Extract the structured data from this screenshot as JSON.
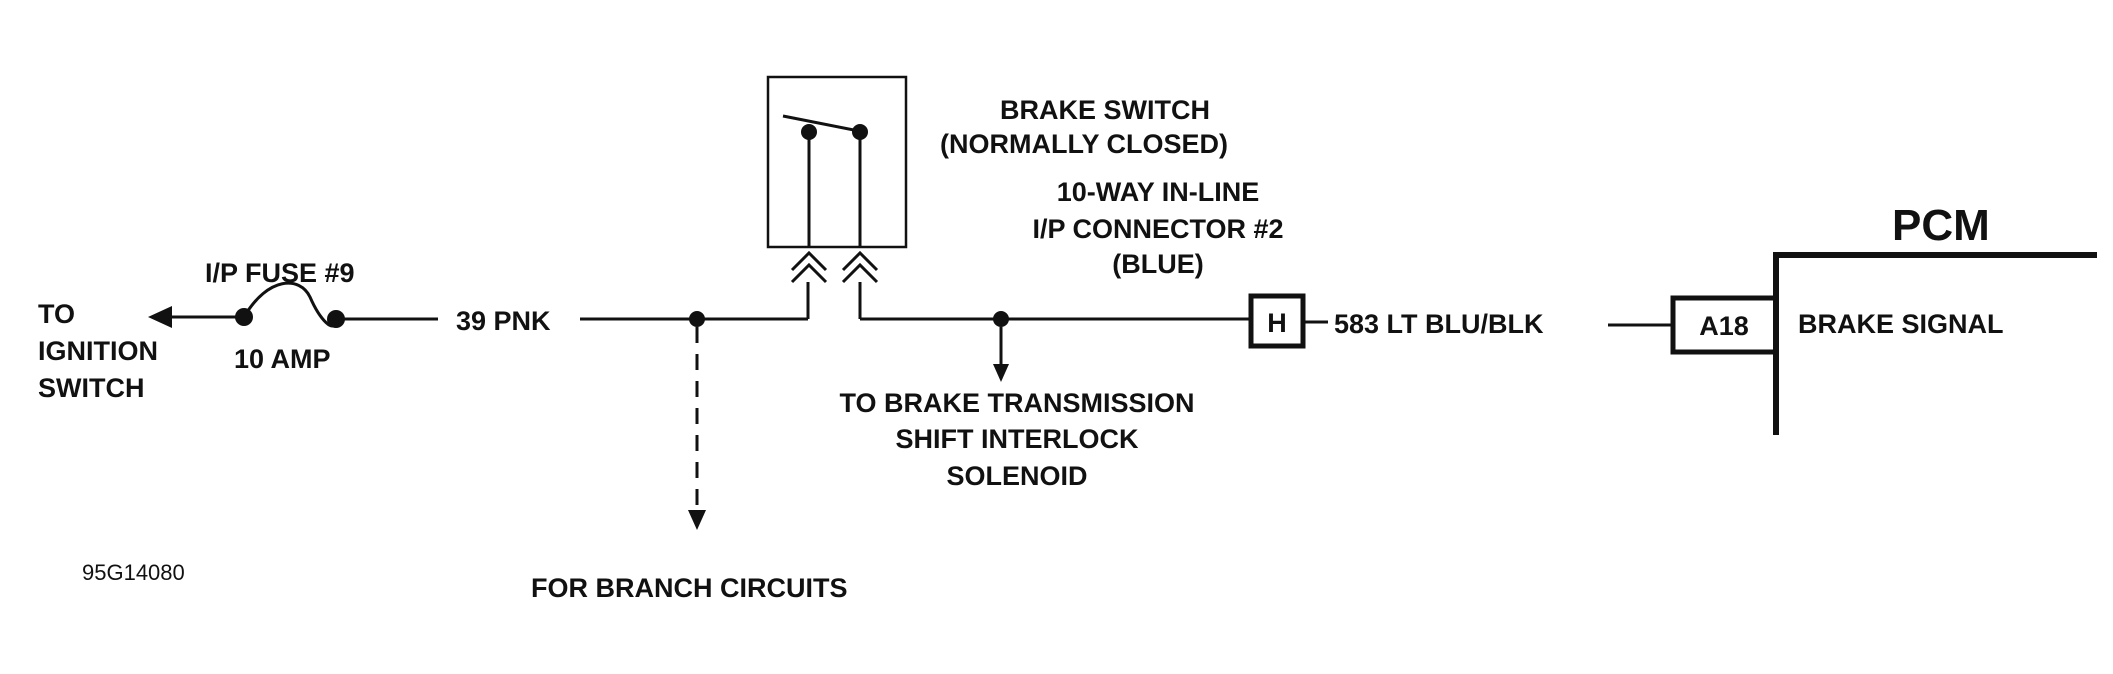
{
  "labels": {
    "to_ignition_line1": "TO",
    "to_ignition_line2": "IGNITION",
    "to_ignition_line3": "SWITCH",
    "fuse_name": "I/P FUSE #9",
    "fuse_rating": "10 AMP",
    "wire_39": "39 PNK",
    "brake_switch_line1": "BRAKE SWITCH",
    "brake_switch_line2": "(NORMALLY CLOSED)",
    "connector_line1": "10-WAY IN-LINE",
    "connector_line2": "I/P CONNECTOR #2",
    "connector_line3": "(BLUE)",
    "connector_pin": "H",
    "wire_583": "583 LT BLU/BLK",
    "pcm_title": "PCM",
    "pcm_pin": "A18",
    "pcm_signal": "BRAKE SIGNAL",
    "interlock_line1": "TO BRAKE TRANSMISSION",
    "interlock_line2": "SHIFT INTERLOCK",
    "interlock_line3": "SOLENOID",
    "branch_circuits": "FOR BRANCH CIRCUITS",
    "figure_code": "95G14080"
  }
}
